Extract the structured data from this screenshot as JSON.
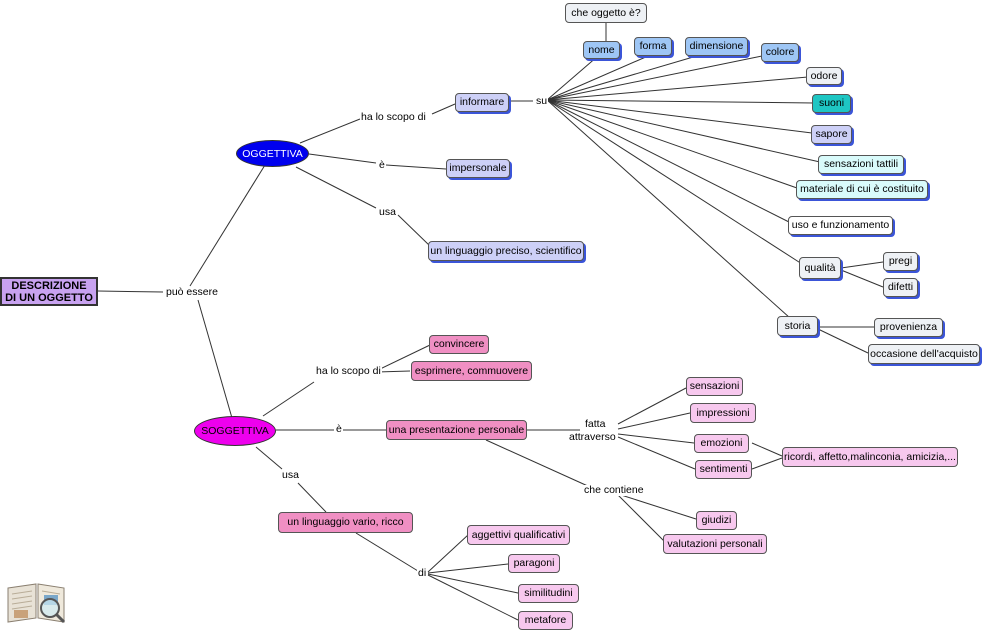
{
  "root": {
    "line1": "DESCRIZIONE",
    "line2": "DI UN OGGETTO"
  },
  "link_puo_essere": "può essere",
  "oggettiva": {
    "label": "OGGETTIVA",
    "link_scopo": "ha lo scopo di",
    "link_e": "è",
    "link_usa": "usa",
    "informare": "informare",
    "link_su": "su",
    "impersonale": "impersonale",
    "linguaggio": "un linguaggio preciso, scientifico",
    "question": "che oggetto è?",
    "items": {
      "nome": "nome",
      "forma": "forma",
      "dimensione": "dimensione",
      "colore": "colore",
      "odore": "odore",
      "suoni": "suoni",
      "sapore": "sapore",
      "sensazioni": "sensazioni tattili",
      "materiale": "materiale di cui è costituito",
      "uso": "uso e funzionamento",
      "qualita": "qualità",
      "pregi": "pregi",
      "difetti": "difetti",
      "storia": "storia",
      "provenienza": "provenienza",
      "occasione": "occasione dell'acquisto"
    }
  },
  "soggettiva": {
    "label": "SOGGETTIVA",
    "link_scopo": "ha lo scopo di",
    "convincere": "convincere",
    "esprimere": "esprimere, commuovere",
    "link_e": "è",
    "presentazione": "una presentazione personale",
    "link_fatta": "fatta",
    "link_attraverso": "attraverso",
    "sensazioni": "sensazioni",
    "impressioni": "impressioni",
    "emozioni": "emozioni",
    "sentimenti": "sentimenti",
    "ricordi": "ricordi, affetto,malinconia, amicizia,...",
    "link_contiene": "che contiene",
    "giudizi": "giudizi",
    "valutazioni": "valutazioni personali",
    "link_usa": "usa",
    "linguaggio": "un linguaggio vario, ricco",
    "link_di": "di",
    "aggettivi": "aggettivi qualificativi",
    "paragoni": "paragoni",
    "similitudini": "similitudini",
    "metafore": "metafore"
  },
  "colors": {
    "root": "#c8a2f0",
    "oggettiva": "#0000ee",
    "soggettiva": "#ee00ee",
    "blue_node": "#9ec6f5",
    "lavender_node": "#cdd0f7",
    "light_node": "#eef1f5",
    "cyan_node": "#d9fbfb",
    "teal_node": "#1ec6c3",
    "pink_node": "#f08fc3",
    "light_pink_node": "#f7c8ee",
    "shadow": "#3b55d8"
  },
  "icon": "book-magnifier-icon"
}
